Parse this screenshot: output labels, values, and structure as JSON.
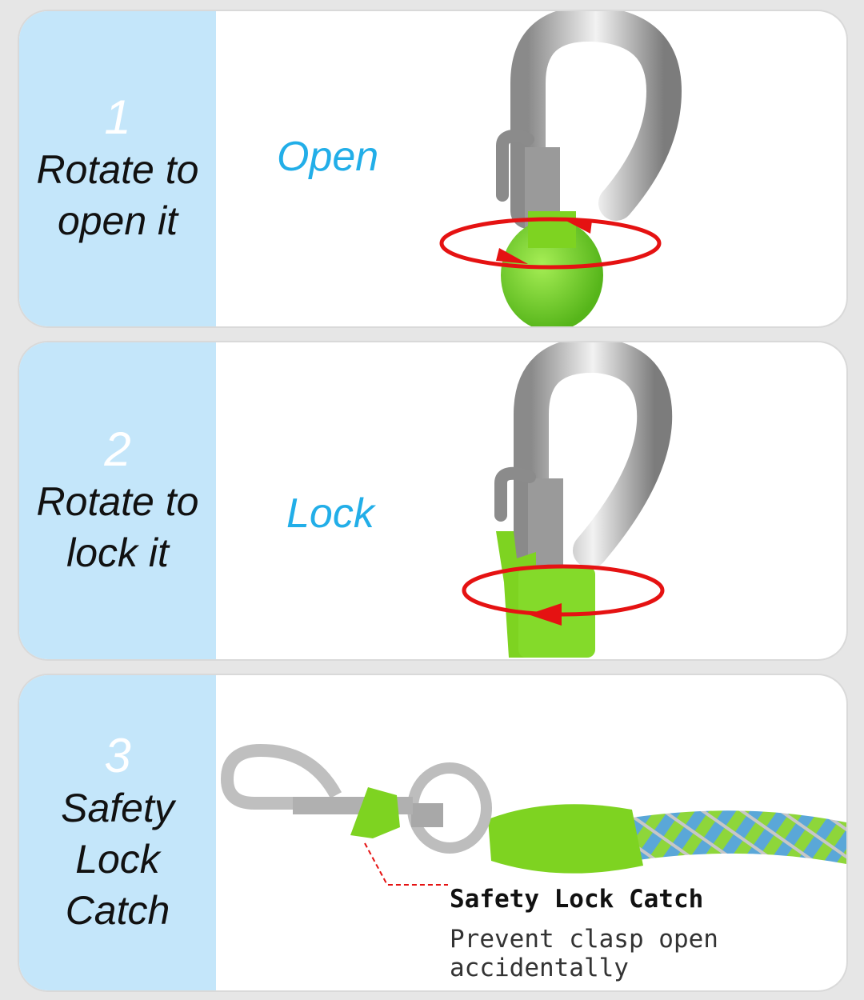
{
  "steps": [
    {
      "number": "1",
      "text": "Rotate to\nopen it",
      "state": "Open"
    },
    {
      "number": "2",
      "text": "Rotate to\nlock it",
      "state": "Lock"
    },
    {
      "number": "3",
      "text": "Safety\nLock\nCatch"
    }
  ],
  "callout": {
    "title": "Safety Lock Catch",
    "subtitle": "Prevent clasp open accidentally"
  },
  "colors": {
    "side_panel": "#c4e6fa",
    "label_blue": "#22aee8",
    "arrow_red": "#e51212",
    "catch_green": "#7ed321"
  }
}
